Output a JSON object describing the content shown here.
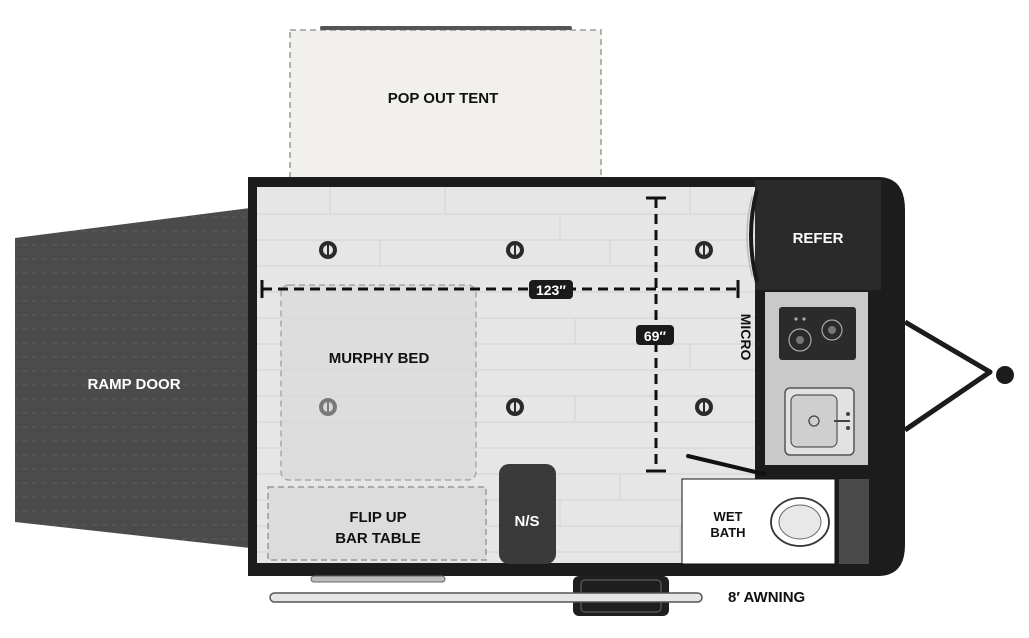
{
  "labels": {
    "pop_out_tent": "POP OUT TENT",
    "ramp_door": "RAMP DOOR",
    "murphy_bed": "MURPHY BED",
    "flip_up_line1": "FLIP UP",
    "flip_up_line2": "BAR TABLE",
    "ns": "N/S",
    "refer": "REFER",
    "micro": "MICRO",
    "wet_bath_line1": "WET",
    "wet_bath_line2": "BATH",
    "awning": "8′ AWNING"
  },
  "dimensions": {
    "length": "123″",
    "width": "69″"
  },
  "colors": {
    "wall": "#1c1c1c",
    "floor": "#e6e6e6",
    "tent": "#f1f0ec",
    "ramp": "#4b4b4b",
    "refer": "#2a2a2a",
    "counter": "#c9c9c9"
  },
  "icons": {
    "tie_down": "tie-down-icon",
    "stove": "stove-icon",
    "sink": "sink-icon",
    "toilet": "toilet-icon",
    "tire": "tire-icon",
    "hitch": "hitch-icon"
  }
}
